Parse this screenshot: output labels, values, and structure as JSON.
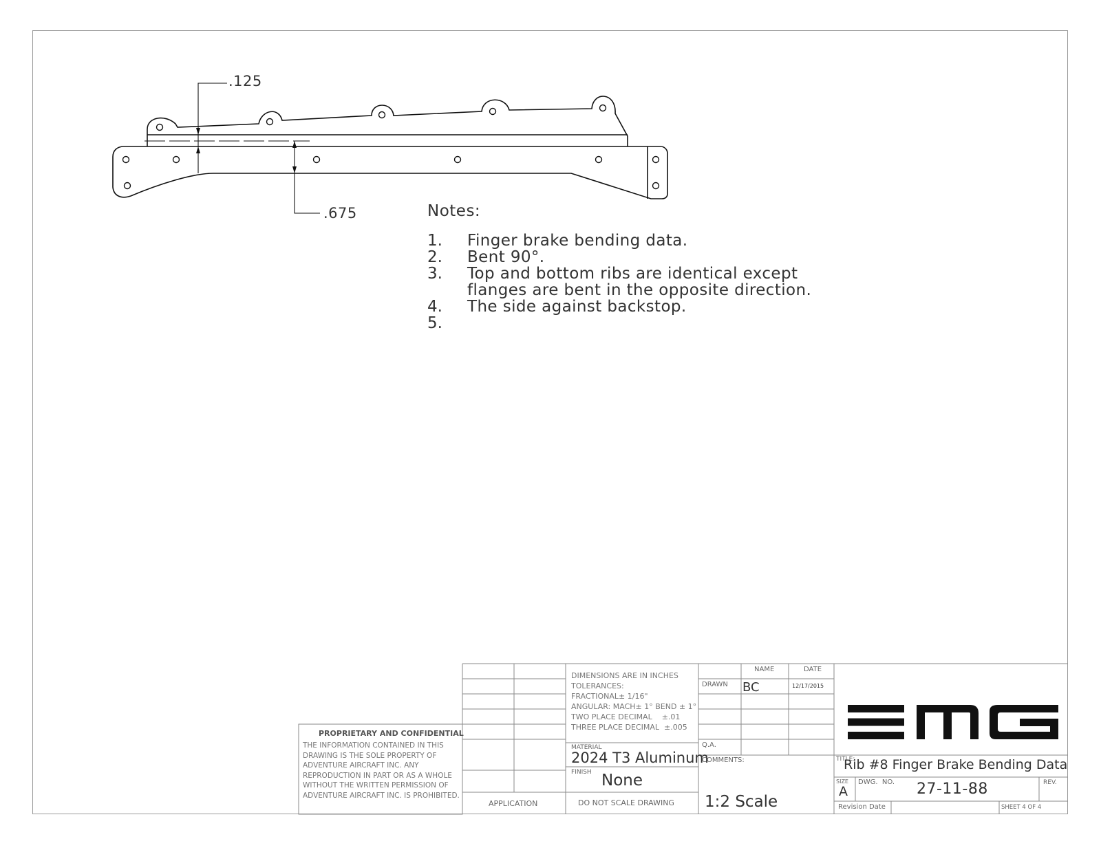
{
  "dimensions": {
    "top_offset": ".125",
    "bottom_offset": ".675"
  },
  "notes": {
    "heading": "Notes:",
    "items": [
      {
        "num": "1.",
        "text": "Finger brake bending data."
      },
      {
        "num": "2.",
        "text": "Bent 90°."
      },
      {
        "num": "3.",
        "text": "Top and bottom ribs are identical except flanges are bent in the opposite direction."
      },
      {
        "num": "4.",
        "text": "The side against backstop."
      },
      {
        "num": "5.",
        "text": ""
      }
    ]
  },
  "title_block": {
    "proprietary_title": "PROPRIETARY AND CONFIDENTIAL",
    "proprietary_text": "THE INFORMATION CONTAINED IN THIS DRAWING IS THE SOLE PROPERTY OF ADVENTURE AIRCRAFT INC. ANY REPRODUCTION IN PART OR AS A WHOLE WITHOUT THE WRITTEN PERMISSION OF ADVENTURE AIRCRAFT INC. IS PROHIBITED.",
    "application_label": "APPLICATION",
    "tolerances": [
      "DIMENSIONS ARE IN INCHES",
      "TOLERANCES:",
      "FRACTIONAL± 1/16\"",
      "ANGULAR: MACH± 1° BEND ± 1°",
      "TWO PLACE DECIMAL    ±.01",
      "THREE PLACE DECIMAL  ±.005"
    ],
    "material_label": "MATERIAL",
    "material_value": "2024 T3 Aluminum",
    "finish_label": "FINISH",
    "finish_value": "None",
    "do_not_scale": "DO NOT SCALE DRAWING",
    "name_header": "NAME",
    "date_header": "DATE",
    "drawn_label": "DRAWN",
    "drawn_name": "BC",
    "drawn_date": "12/17/2015",
    "qa_label": "Q.A.",
    "comments_label": "COMMENTS:",
    "scale": "1:2 Scale",
    "logo_text": "EMG",
    "title_label": "TITLE:",
    "title_value": "Rib #8 Finger Brake Bending Data",
    "size_label": "SIZE",
    "size_value": "A",
    "dwg_no_label": "DWG.  NO.",
    "dwg_no_value": "27-11-88",
    "rev_label": "REV.",
    "revision_date_label": "Revision Date",
    "sheet_label": "SHEET 4 OF 4"
  }
}
